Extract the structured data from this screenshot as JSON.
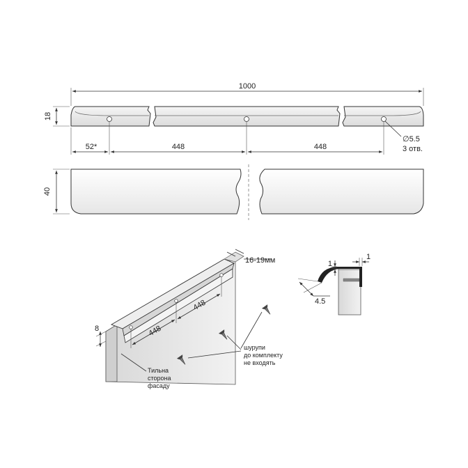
{
  "top_view": {
    "overall_length": "1000",
    "height": "18",
    "offset": "52*",
    "spacing_1": "448",
    "spacing_2": "448",
    "hole_diameter": "∅5.5",
    "hole_count": "3 отв."
  },
  "front_view": {
    "height": "40"
  },
  "iso_view": {
    "thickness": "16-19мм",
    "side": "8",
    "spacing_1": "448",
    "spacing_2": "448",
    "screws_line1": "шурупи",
    "screws_line2": "до комплекту",
    "screws_line3": "не входять",
    "back_line1": "Тильна",
    "back_line2": "сторона",
    "back_line3": "фасаду"
  },
  "profile_view": {
    "dim_a": "1",
    "dim_b": "1",
    "dim_c": "4.5"
  },
  "colors": {
    "fill_light": "#e8e8e8",
    "line": "#333333"
  }
}
